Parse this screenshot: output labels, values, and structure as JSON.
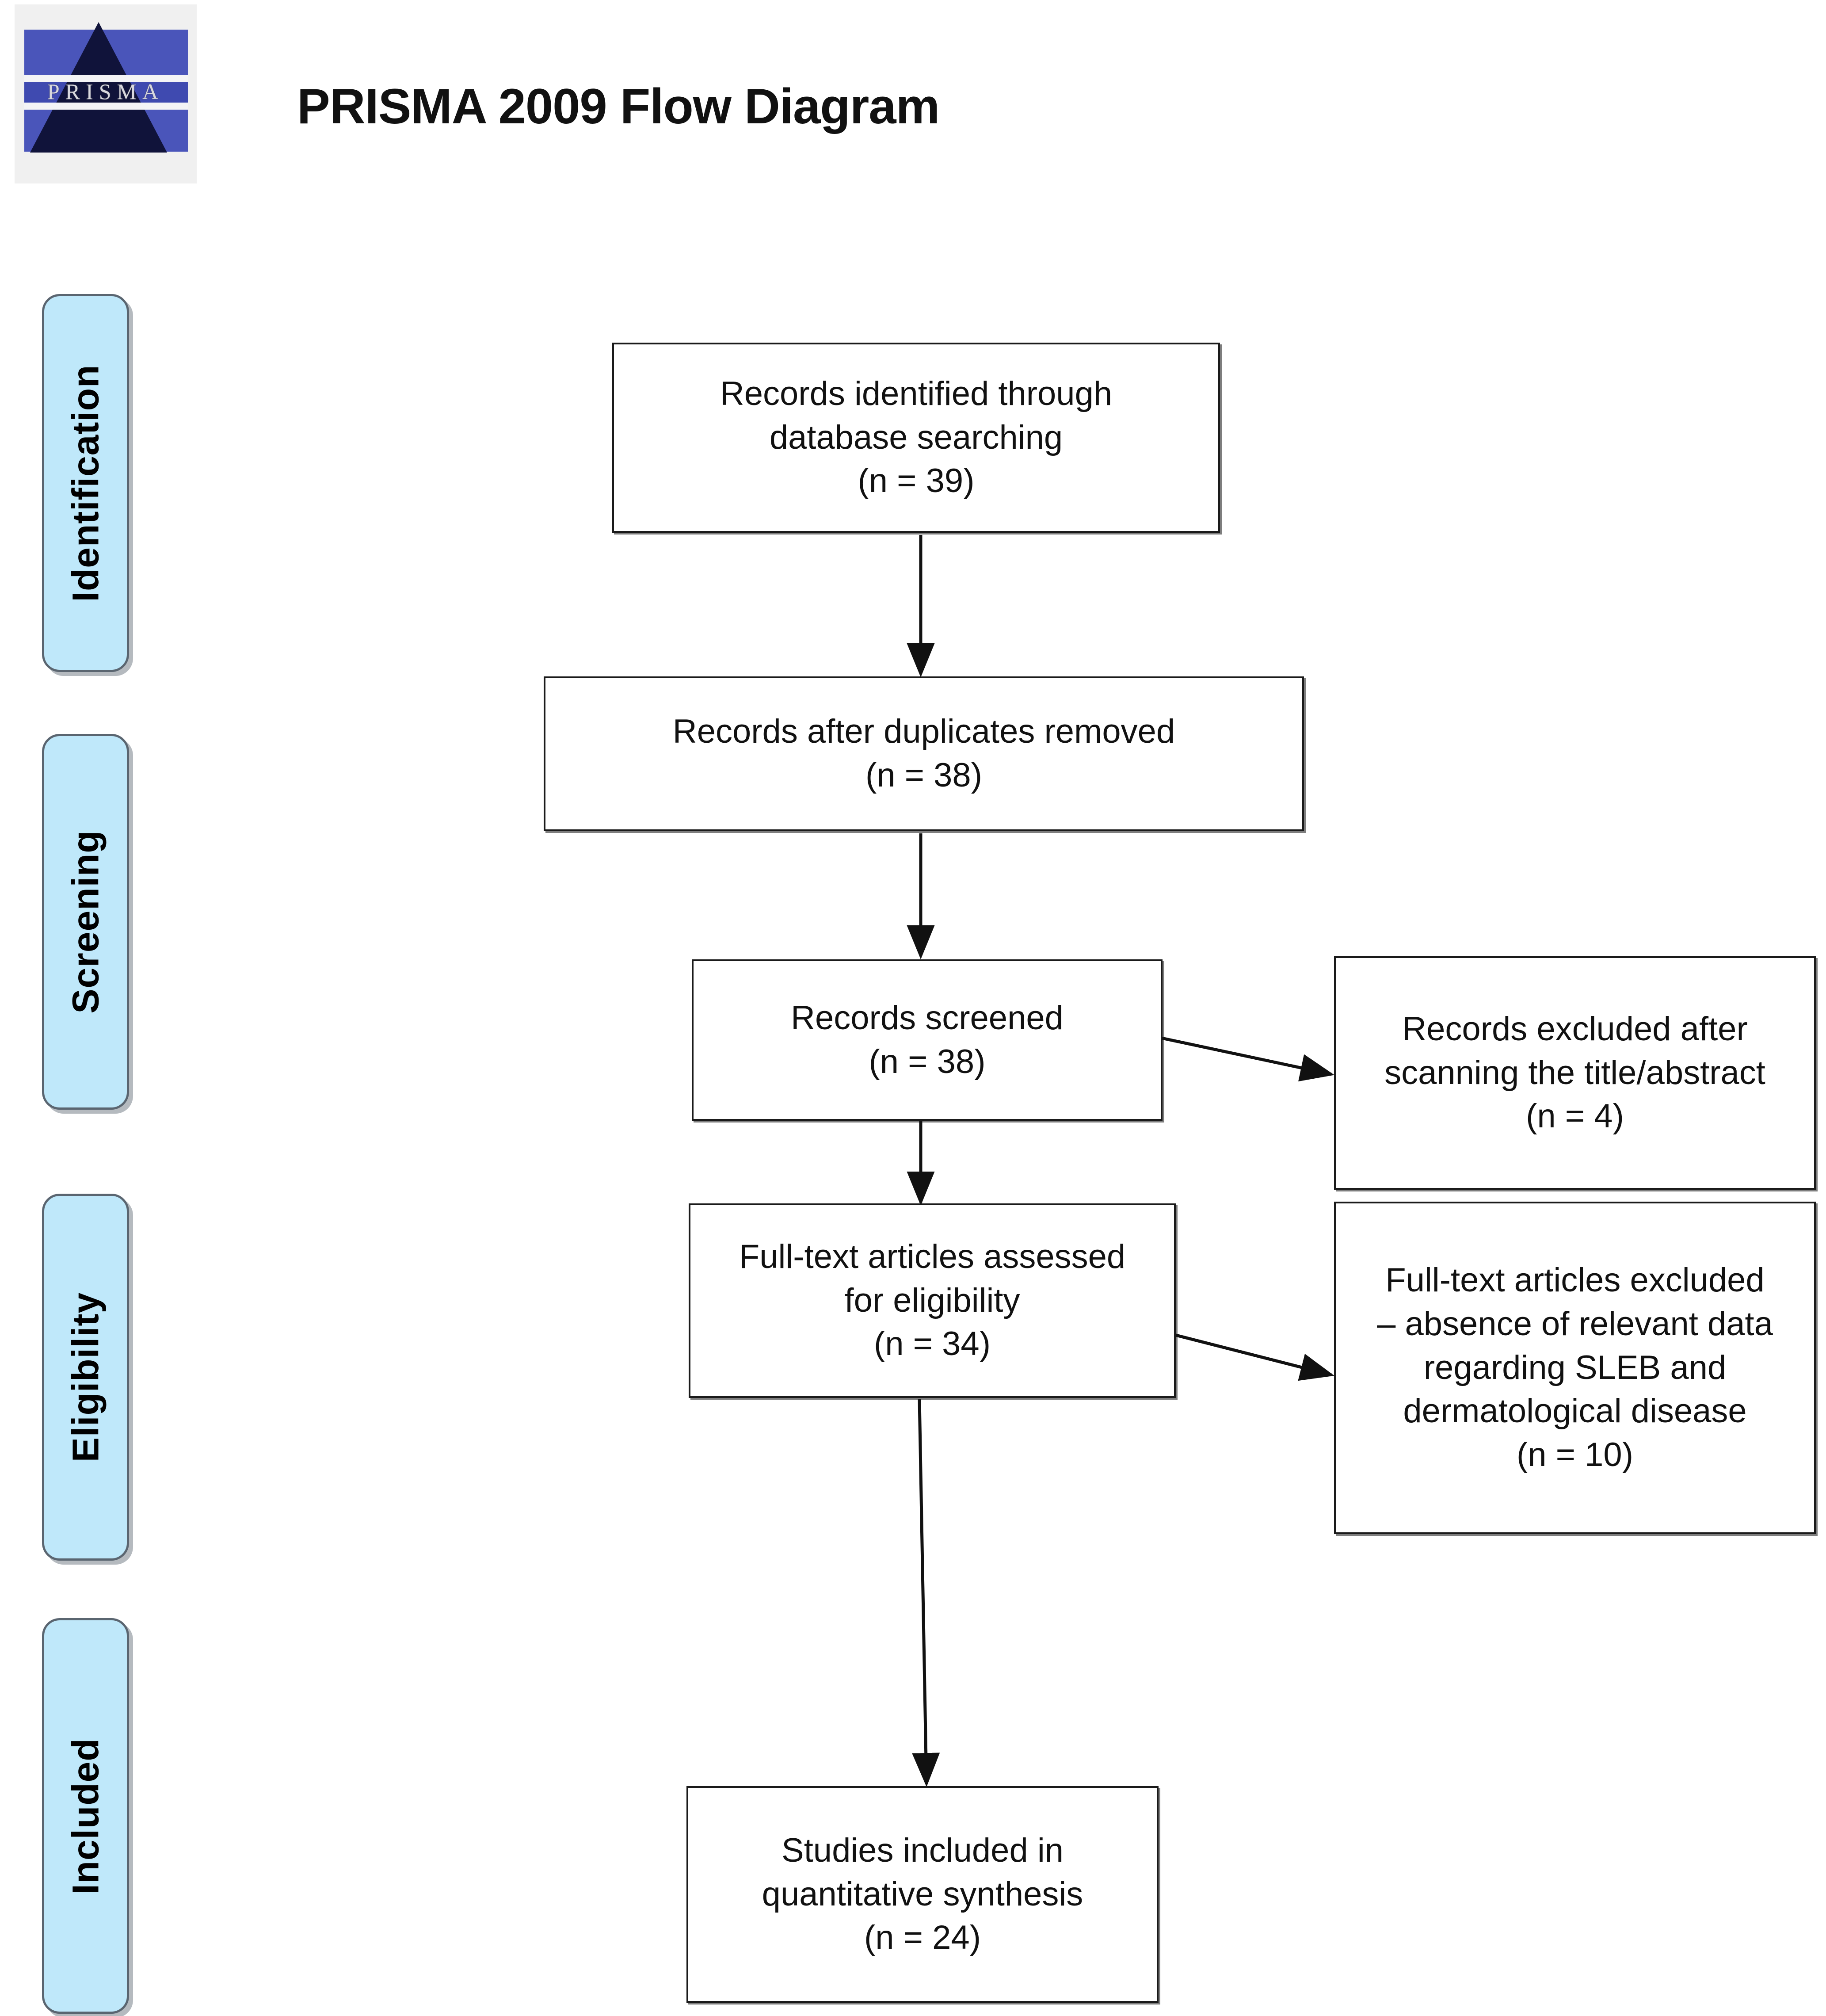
{
  "title": "PRISMA 2009 Flow Diagram",
  "logo": {
    "wordmark": "PRISMA",
    "colors": {
      "band": "#4a55ba",
      "prism": "#10133a",
      "backdrop": "#f0f0f0"
    }
  },
  "stages": [
    {
      "label": "Identification"
    },
    {
      "label": "Screening"
    },
    {
      "label": "Eligibility"
    },
    {
      "label": "Included"
    }
  ],
  "boxes": {
    "identified": {
      "lines": [
        "Records identified through",
        "database searching",
        "(n = 39)"
      ],
      "count": 39
    },
    "after_duplicates": {
      "lines": [
        "Records after duplicates removed",
        "(n = 38)"
      ],
      "count": 38
    },
    "screened": {
      "lines": [
        "Records screened",
        "(n = 38)"
      ],
      "count": 38
    },
    "excluded_screening": {
      "lines": [
        "Records excluded after",
        "scanning the title/abstract",
        "(n = 4)"
      ],
      "count": 4
    },
    "fulltext_assessed": {
      "lines": [
        "Full-text articles assessed",
        "for eligibility",
        "(n = 34)"
      ],
      "count": 34
    },
    "excluded_fulltext": {
      "lines": [
        "Full-text articles excluded",
        "– absence of relevant data",
        "regarding SLEB and",
        "dermatological disease",
        "(n = 10)"
      ],
      "count": 10
    },
    "included_quantitative": {
      "lines": [
        "Studies included in",
        "quantitative synthesis",
        "(n = 24)"
      ],
      "count": 24
    }
  },
  "colors": {
    "stage_fill": "#bfe8fa",
    "stage_border": "#5a6570",
    "box_border": "#1a1a1a",
    "connector": "#111111",
    "background": "#ffffff"
  }
}
